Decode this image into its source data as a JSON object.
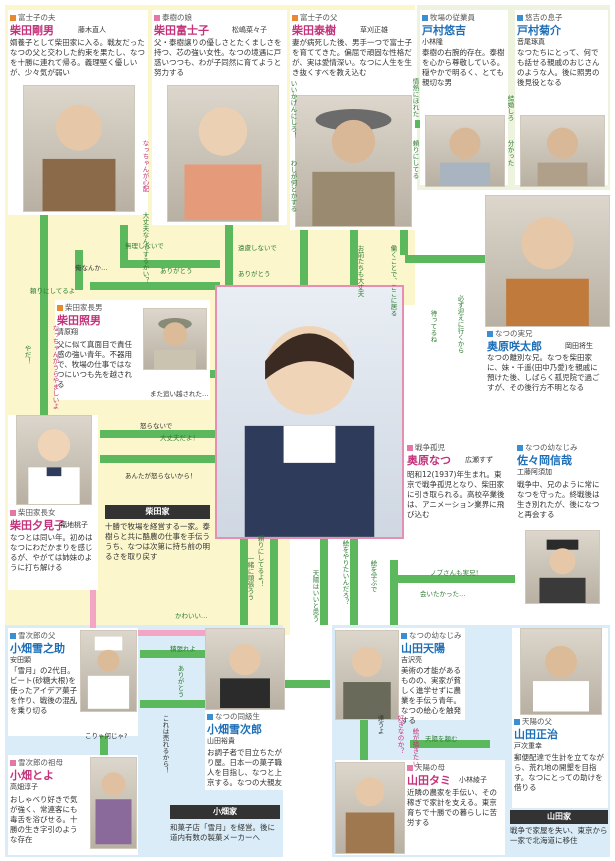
{
  "groups": {
    "shibata": "柴田家",
    "koban": "小畑家",
    "yamada": "山田家"
  },
  "groups_desc": {
    "shibata": "十勝で牧場を経営する一家。泰樹らと共に酪農の仕事を手伝ううち、なつは次第に持ち前の明るさを取り戻す",
    "koban": "和菓子店「雪月」を経営。後に道内有数の製菓メーカーへ",
    "yamada": "戦争で家屋を失い、東京から一家で北海道に移住"
  },
  "characters": {
    "gomio": {
      "role": "富士子の夫",
      "name": "柴田剛男",
      "actor": "藤木直人",
      "desc": "婿養子として柴田家に入る。戦友だったなつの父と交わした約束を果たし、なつを十勝に連れて帰る。義理堅く優しいが、少々気が弱い"
    },
    "fujiko": {
      "role": "泰樹の娘",
      "name": "柴田富士子",
      "actor": "松嶋菜々子",
      "desc": "父・泰樹譲りの優しさとたくましさを持つ、芯の強い女性。なつの境遇に戸惑いつつも、わが子同然に育てようと努力する"
    },
    "taiki": {
      "role": "富士子の父",
      "name": "柴田泰樹",
      "actor": "草刈正雄",
      "desc": "妻が病死した後、男手一つで富士子を育ててきた。偏屈で頑固な性格だが、実は愛情深い。なつに人生を生き抜くすべを教え込む"
    },
    "yuji": {
      "role": "牧場の従業員",
      "name": "戸村悠吉",
      "actor": "小林隆",
      "desc": "泰樹の右腕的存在。泰樹を心から尊敬している。穏やかで明るく、とても親切な男"
    },
    "kikusuke": {
      "role": "悠吉の息子",
      "name": "戸村菊介",
      "actor": "音尾琢真",
      "desc": "なつたちにとって、何でも話せる親戚のおじさんのような人。後に照男の後見役となる"
    },
    "teruo": {
      "role": "柴田家長男",
      "name": "柴田照男",
      "actor": "清原翔",
      "desc": "父に似て真面目で責任感の強い青年。不器用で、牧場の仕事ではなつにいつも先を越される"
    },
    "sakitaro": {
      "role": "なつの実兄",
      "name": "奥原咲太郎",
      "actor": "岡田将生",
      "desc": "なつの離別な兄。なつを柴田家に、妹・千遥(田中乃愛)を親戚に預けた後、しばらく孤児院で過ごすが、その後行方不明となる"
    },
    "natsu": {
      "role": "戦争孤児",
      "name": "奥原なつ",
      "actor": "広瀬すず",
      "desc": "昭和12(1937)年生まれ。東京で戦争孤児となり、柴田家に引き取られる。高校卒業後は、アニメーション業界に飛び込む"
    },
    "nobuya": {
      "role": "なつの幼なじみ",
      "name": "佐々岡信哉",
      "actor": "工藤阿須加",
      "desc": "戦争中、兄のように常になつを守った。終戦後は生き別れたが、後になつと再会する"
    },
    "yumiko": {
      "role": "柴田家長女",
      "name": "柴田夕見子",
      "actor": "福地桃子",
      "desc": "なつとは同い年。初めはなつにわだかまりを感じるが、やがては姉妹のように打ち解ける"
    },
    "yukinosuke": {
      "role": "雪次郎の父",
      "name": "小畑雪之助",
      "actor": "安田顕",
      "desc": "「雪月」の2代目。ビート(砂糖大根)を使ったアイデア菓子を作り、戦後の混乱を乗り切る"
    },
    "yukijiro": {
      "role": "なつの同級生",
      "name": "小畑雪次郎",
      "actor": "山田裕貴",
      "desc": "お調子者で目立ちたがり屋。日本一の菓子職人を目指し、なつと上京する。なつの大親友"
    },
    "toyo": {
      "role": "雪次郎の祖母",
      "name": "小畑とよ",
      "actor": "高畑淳子",
      "desc": "おしゃべり好きで気が強く、常連客にも毒舌を浴びせる。十勝の生き字引のような存在"
    },
    "tenyo": {
      "role": "なつの幼なじみ",
      "name": "山田天陽",
      "actor": "吉沢亮",
      "desc": "美術の才能があるものの、実家が貧しく進学せずに農業を手伝う青年。なつの絵心を触発する"
    },
    "shoji": {
      "role": "天陽の父",
      "name": "山田正治",
      "actor": "戸次重幸",
      "desc": "郵便配達で生計を立てながら、荒れ地の開墾を目指す。なつにとっての助けを借りる"
    },
    "tami": {
      "role": "天陽の母",
      "name": "山田タミ",
      "actor": "小林綾子",
      "desc": "近隣の農家を手伝い、その稼ぎで家計を支える。東京育ちで十勝での暮らしに苦労する"
    }
  },
  "relations": {
    "r1": "なっちゃんが心配",
    "r2": "大丈夫なんてするかい？",
    "r3": "いいかげんにしろ！",
    "r4": "わしが何とかする",
    "r5": "情熱にほれた",
    "r6": "頼りにしてる",
    "r7": "結婚しろ",
    "r8": "分かった",
    "r9": "無理しないで",
    "r10": "ありがとう",
    "r11": "遠慮しないで",
    "r12": "ありがとう",
    "r13": "お前たちも大丈夫",
    "r14": "働くことで、ここに居る",
    "r15": "必ず迎えに行くから",
    "r16": "待ってるね",
    "r17": "俺なんか…",
    "r18": "頼りにしてるよ",
    "r19": "やだ！",
    "r20": "なっちゃんがうらやましいよ",
    "r21": "また追い越された…",
    "r22": "大丈夫だよ！",
    "r23": "怒らないで",
    "r24": "あんたが怒らないから！",
    "r25": "ノブさんも実兄！",
    "r26": "会いたかった…",
    "r27": "かわいい…",
    "r28": "積張れよ",
    "r29": "ありがとう",
    "r30": "こりゃ何じゃ?",
    "r31": "これは売れるから！",
    "r32": "一緒に頑張ろう",
    "r33": "頼りにしてるよ！",
    "r34": "天陽はいいと思う",
    "r35": "絵をやりたいんだろ？",
    "r36": "絵を学ぶで",
    "r37": "達うよ",
    "r38": "好きなのか？",
    "r39": "絵が描きたい",
    "r40": "天陽を頼む"
  }
}
